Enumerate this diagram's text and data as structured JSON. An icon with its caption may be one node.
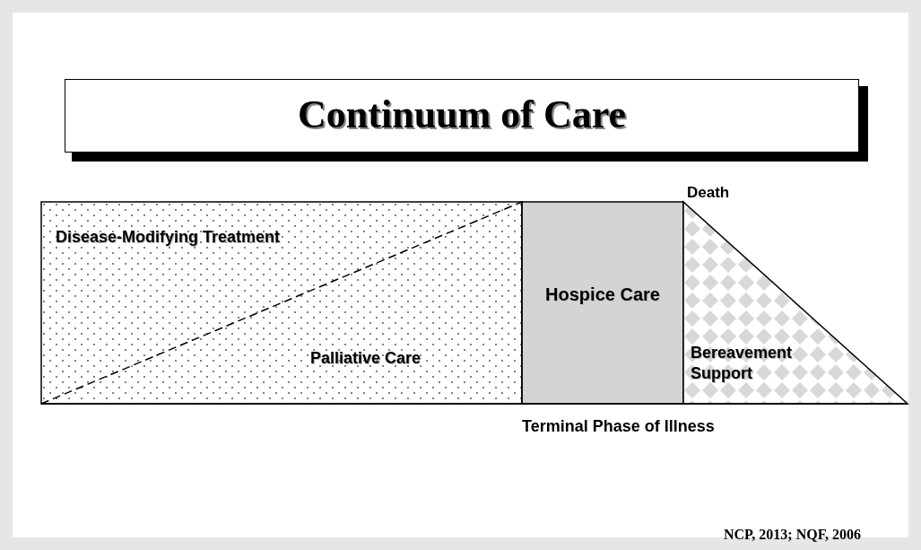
{
  "diagram": {
    "title": "Continuum of Care",
    "nodes": [
      {
        "text": [
          "Disease-Modifying Treatment"
        ]
      },
      {
        "text": [
          "Palliative Care"
        ]
      },
      {
        "text": [
          "Hospice Care"
        ]
      },
      {
        "text": [
          "Bereavement Support"
        ]
      }
    ],
    "labels": [
      "Death",
      "Terminal Phase of Illness",
      "NCP, 2013; NQF, 2006"
    ]
  }
}
